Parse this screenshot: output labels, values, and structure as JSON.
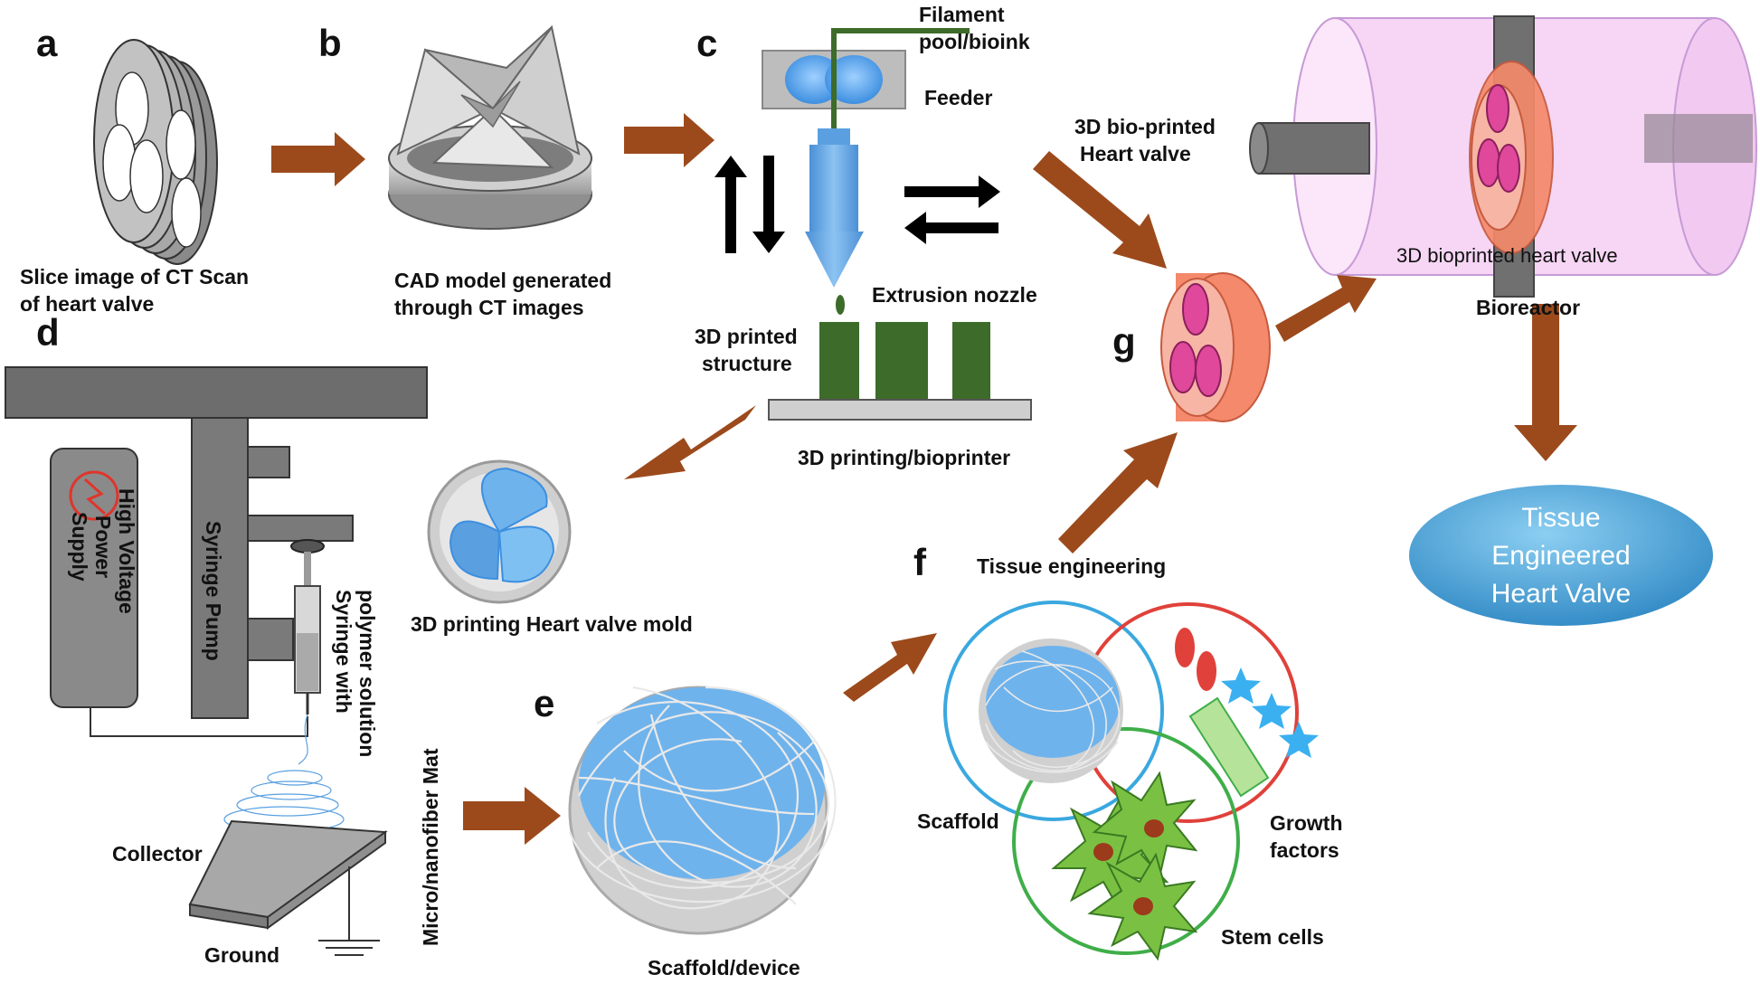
{
  "panels": {
    "a": "a",
    "b": "b",
    "c": "c",
    "d": "d",
    "e": "e",
    "f": "f",
    "g": "g"
  },
  "labels": {
    "ct_scan_1": "Slice image of CT Scan",
    "ct_scan_2": "of heart valve",
    "cad_1": "CAD model generated",
    "cad_2": "through CT images",
    "filament_1": "Filament",
    "filament_2": "pool/bioink",
    "feeder": "Feeder",
    "extrusion_nozzle": "Extrusion nozzle",
    "printed_structure_1": "3D printed",
    "printed_structure_2": "structure",
    "bioprinter": "3D printing/bioprinter",
    "bioprinted_valve_1": "3D bio-printed",
    "bioprinted_valve_2": "Heart valve",
    "bioreactor_inner": "3D bioprinted heart valve",
    "bioreactor": "Bioreactor",
    "tissue_1": "Tissue",
    "tissue_2": "Engineered",
    "tissue_3": "Heart Valve",
    "mold": "3D printing Heart valve mold",
    "tissue_engineering": "Tissue engineering",
    "scaffold": "Scaffold",
    "growth_1": "Growth",
    "growth_2": "factors",
    "stem_cells": "Stem cells",
    "scaffold_device": "Scaffold/device",
    "hv_1": "High Voltage",
    "hv_2": "Power",
    "hv_3": "Supply",
    "syringe_pump": "Syringe Pump",
    "syringe_1": "Syringe with",
    "syringe_2": "polymer solution",
    "collector": "Collector",
    "ground": "Ground",
    "mat": "Micro/nanofiber Mat"
  },
  "colors": {
    "arrow": "#9c4a1c",
    "nozzle_blue": "#5aa0e0",
    "structure_green": "#3d6b2a",
    "valve_orange": "#f4896b",
    "cell_pink": "#e0489b",
    "bioreactor_pink": "#f6d6f4",
    "tissue_blue": "#4fa7d9",
    "scaffold_circle": "#3aa8df",
    "growth_circle": "#e0413a",
    "stem_circle": "#3fae49",
    "stem_cell_green": "#7ac143"
  }
}
